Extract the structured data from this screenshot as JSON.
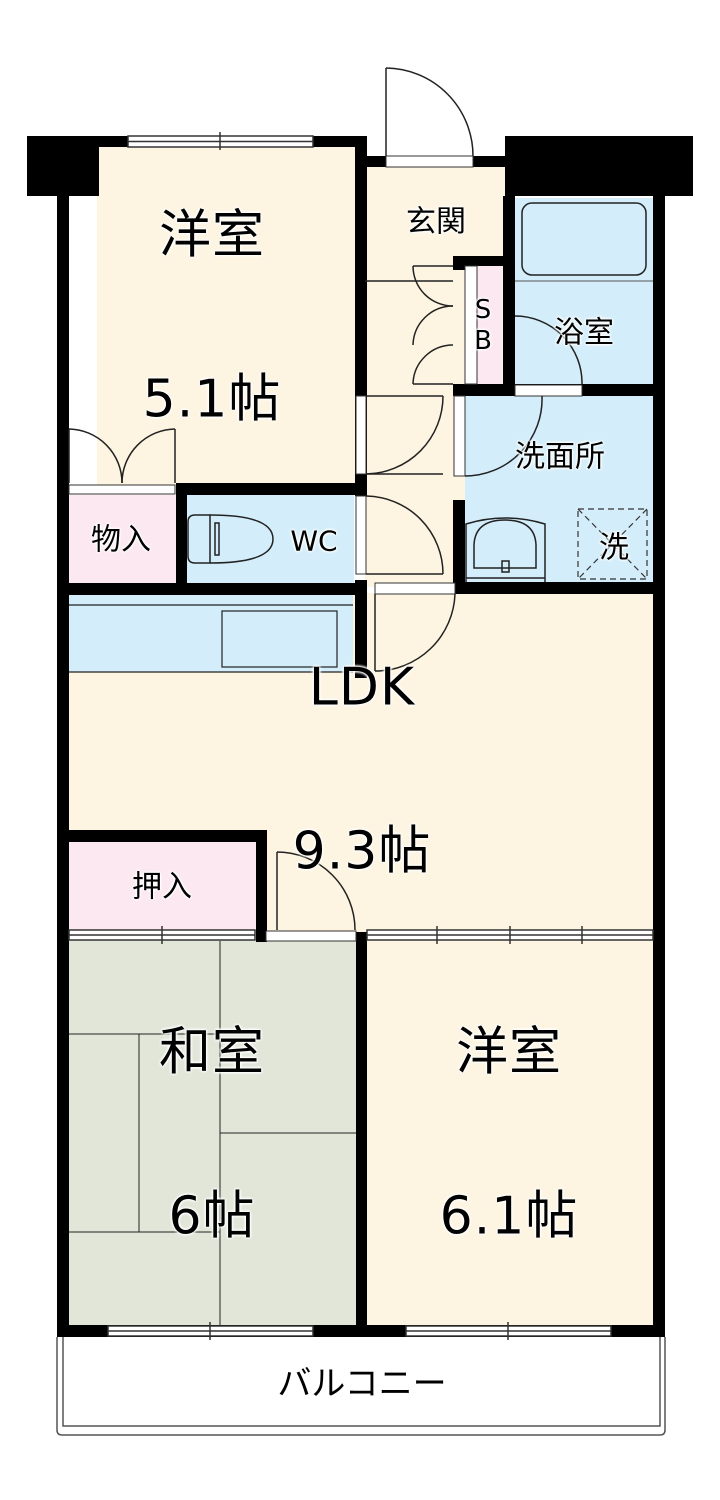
{
  "floorplan": {
    "colors": {
      "wall": "#000000",
      "western_room": "#fdf5e2",
      "wet_area": "#d3eefa",
      "storage": "#fce8f0",
      "tatami": "#e1e6d9",
      "balcony": "#ffffff"
    },
    "rooms": {
      "western_room_north": {
        "name": "洋室",
        "size": "5.1帖"
      },
      "entrance": {
        "name": "玄関"
      },
      "shoe_box": {
        "name": "S\nB"
      },
      "bathroom": {
        "name": "浴室"
      },
      "washroom": {
        "name": "洗面所"
      },
      "washer_space": {
        "name": "洗"
      },
      "storage_closet": {
        "name": "物入"
      },
      "toilet": {
        "name": "WC"
      },
      "ldk": {
        "name": "LDK",
        "size": "9.3帖"
      },
      "closet_oshiire": {
        "name": "押入"
      },
      "japanese_room": {
        "name": "和室",
        "size": "6帖"
      },
      "western_room_south": {
        "name": "洋室",
        "size": "6.1帖"
      },
      "balcony": {
        "name": "バルコニー"
      }
    }
  }
}
